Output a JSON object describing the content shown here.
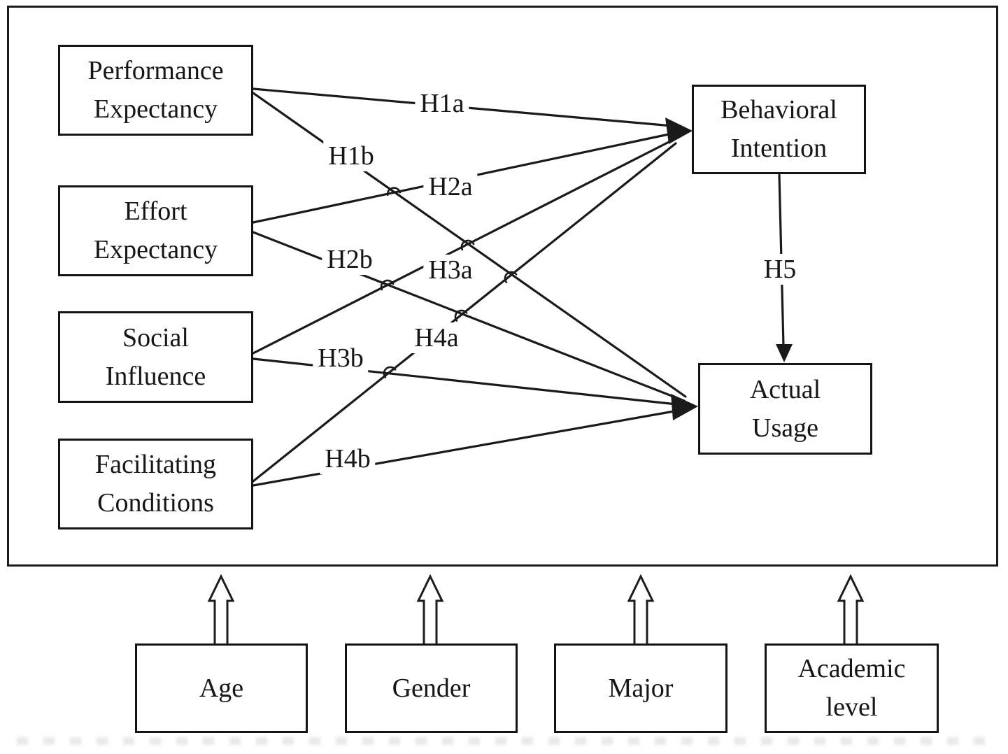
{
  "model": {
    "predictors": [
      {
        "id": "performance-expectancy",
        "lines": [
          "Performance",
          "Expectancy"
        ]
      },
      {
        "id": "effort-expectancy",
        "lines": [
          "Effort",
          "Expectancy"
        ]
      },
      {
        "id": "social-influence",
        "lines": [
          "Social",
          "Influence"
        ]
      },
      {
        "id": "facilitating-conditions",
        "lines": [
          "Facilitating",
          "Conditions"
        ]
      }
    ],
    "outcomes": [
      {
        "id": "behavioral-intention",
        "lines": [
          "Behavioral",
          "Intention"
        ]
      },
      {
        "id": "actual-usage",
        "lines": [
          "Actual",
          "Usage"
        ]
      }
    ],
    "hypotheses": {
      "h1a": "H1a",
      "h1b": "H1b",
      "h2a": "H2a",
      "h2b": "H2b",
      "h3a": "H3a",
      "h3b": "H3b",
      "h4a": "H4a",
      "h4b": "H4b",
      "h5": "H5"
    },
    "moderators": [
      {
        "id": "age",
        "lines": [
          "Age"
        ]
      },
      {
        "id": "gender",
        "lines": [
          "Gender"
        ]
      },
      {
        "id": "major",
        "lines": [
          "Major"
        ]
      },
      {
        "id": "academic-level",
        "lines": [
          "Academic",
          "level"
        ]
      }
    ],
    "colors": {
      "ink": "#161616",
      "background": "#ffffff"
    }
  }
}
